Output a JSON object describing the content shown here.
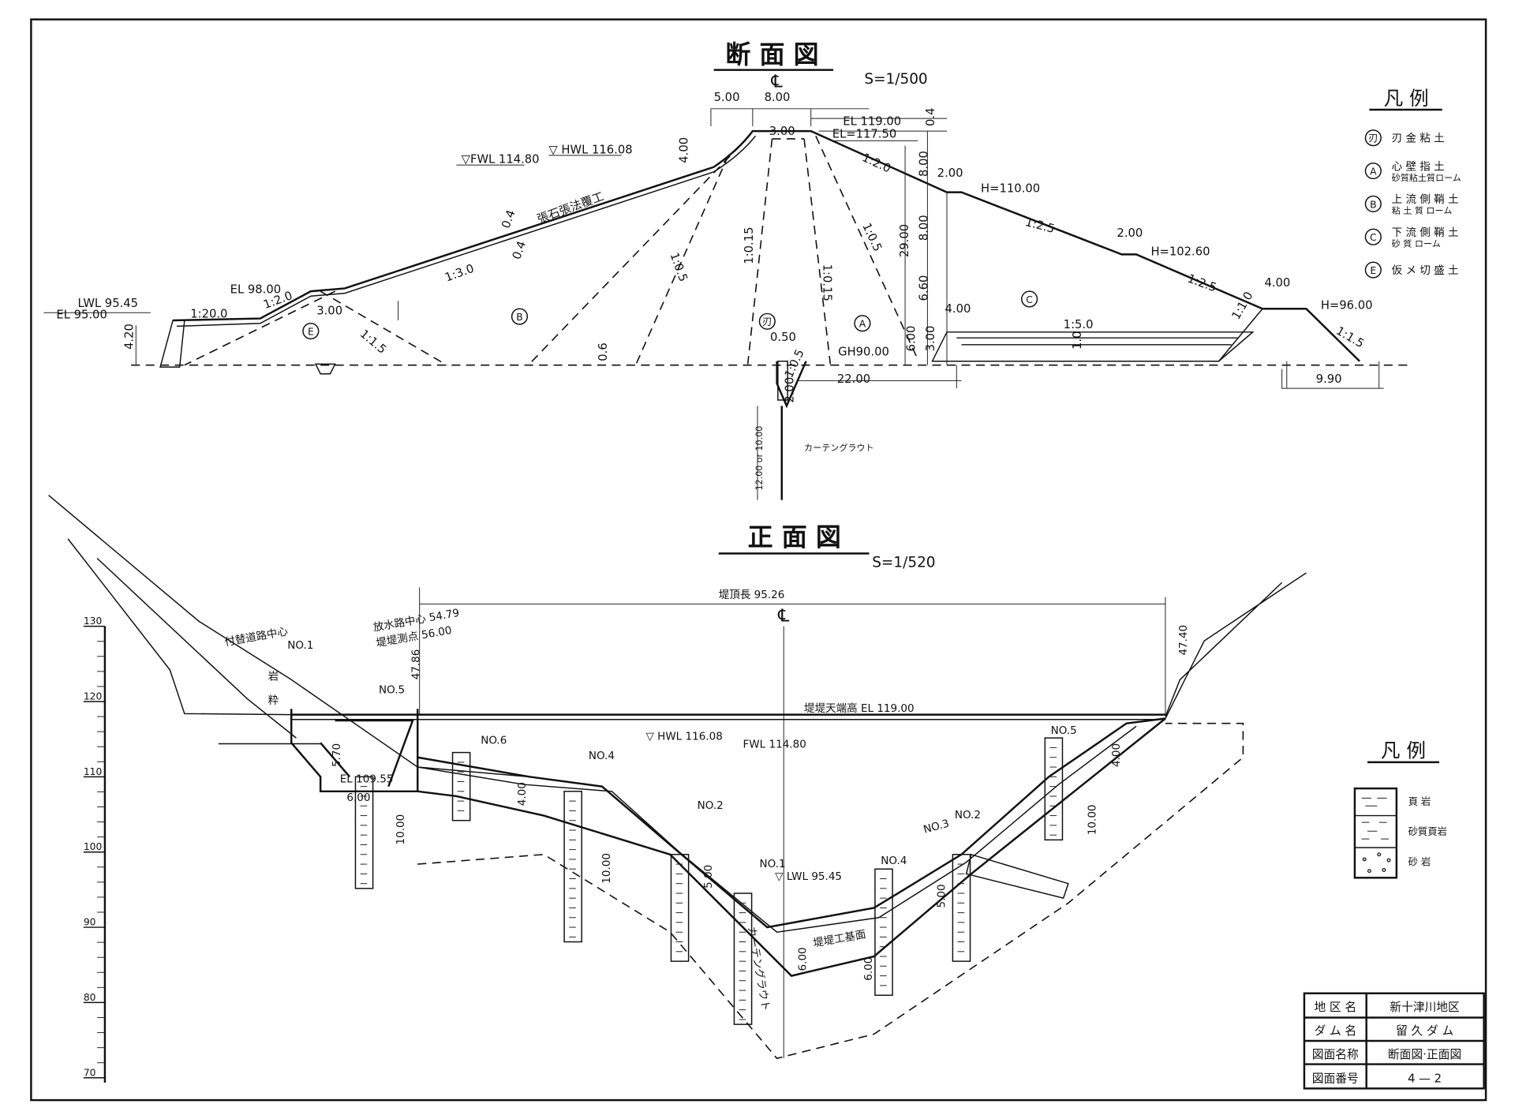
{
  "section_view": {
    "title": "断 面 図",
    "scale": "S=1/500",
    "centerline": "℄",
    "labels": [
      "5.00",
      "8.00",
      "3.00",
      "EL 119.00",
      "EL=117.50",
      "0.4",
      "4.00",
      "▽FWL 114.80",
      "▽ HWL 116.08",
      "1:2.0",
      "8.00",
      "2.00",
      "H=110.00",
      "1:3.0",
      "0.4",
      "0.4",
      "張石張法覆工",
      "1:0.5",
      "1:0.15",
      "1:0.15",
      "1:0.5",
      "29.00",
      "8.00",
      "1:2.5",
      "2.00",
      "H=102.60",
      "1:2.5",
      "6.60",
      "4.00",
      "H=96.00",
      "1:1.0",
      "1:1.5",
      "4.00",
      "1:5.0",
      "1.0",
      "6.00",
      "3.00",
      "GH90.00",
      "0.50",
      "1:0.5",
      "0.6",
      "1:1.5",
      "3.00",
      "EL 98.00",
      "1:2.0",
      "1:20.0",
      "LWL 95.45",
      "EL 95.00",
      "4.20",
      "2.00",
      "22.00",
      "9.90",
      "12.00 or 10.00",
      "カーテングラウト"
    ],
    "zones": [
      "刃",
      "A",
      "B",
      "C",
      "E"
    ]
  },
  "front_view": {
    "title": "正 面 図",
    "scale": "S=1/520",
    "centerline": "℄",
    "labels": [
      "堤頂長   95.26",
      "47.86",
      "47.40",
      "付替道路中心",
      "NO.1",
      "岩",
      "粋",
      "放水路中心 54.79",
      "堤堤測点 56.00",
      "NO.5",
      "堤堤天端高     EL 119.00",
      "▽ HWL 116.08",
      "FWL 114.80",
      "NO.6",
      "NO.4",
      "4.00",
      "5.70",
      "6.00",
      "EL 109.55",
      "10.00",
      "NO.2",
      "10.00",
      "5.00",
      "カーテングラウト",
      "NO.1",
      "▽ LWL 95.45",
      "NO.4",
      "6.00",
      "6.00",
      "堤堤工基面",
      "5.00",
      "NO.3",
      "NO.2",
      "NO.5",
      "4.00",
      "10.00"
    ],
    "axis_ticks": [
      "130",
      "120",
      "110",
      "100",
      "90",
      "80",
      "70"
    ]
  },
  "legend_materials": {
    "title": "凡 例",
    "items": [
      {
        "symbol": "刃",
        "line1": "刃 金 粘 土",
        "line2": ""
      },
      {
        "symbol": "A",
        "line1": "心 壁 指 土",
        "line2": "砂質粘土質ローム"
      },
      {
        "symbol": "B",
        "line1": "上 流 側 鞘 土",
        "line2": "粘 土 質 ローム"
      },
      {
        "symbol": "C",
        "line1": "下 流 側 鞘 土",
        "line2": "砂  質  ローム"
      },
      {
        "symbol": "E",
        "line1": "仮 メ 切 盛 土",
        "line2": ""
      }
    ]
  },
  "legend_geology": {
    "title": "凡 例",
    "items": [
      "頁    岩",
      "砂質頁岩",
      "砂    岩"
    ]
  },
  "title_block": {
    "rows": [
      {
        "label": "地 区 名",
        "value": "新十津川地区"
      },
      {
        "label": "ダ ム 名",
        "value": "留  久  ダ  ム"
      },
      {
        "label": "図面名称",
        "value": "断面図·正面図"
      },
      {
        "label": "図面番号",
        "value": "4  —  2"
      }
    ]
  }
}
